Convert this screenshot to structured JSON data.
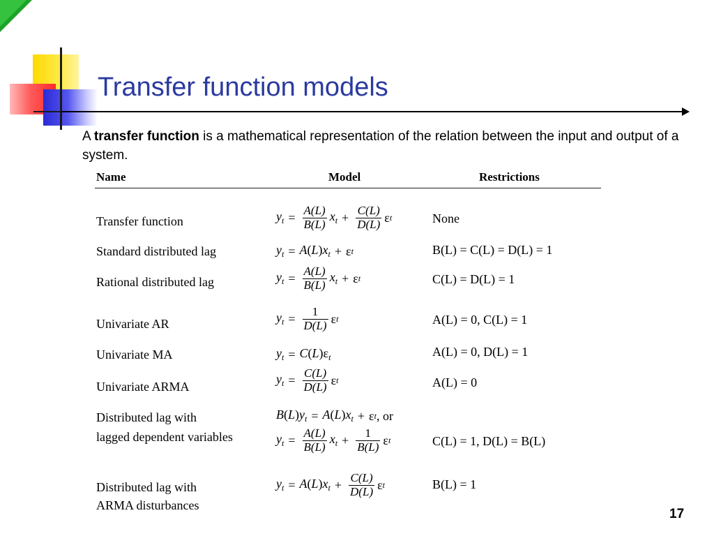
{
  "slide": {
    "title": "Transfer function models",
    "intro": {
      "prefix": "A ",
      "bold": "transfer function",
      "rest": " is a mathematical representation of the relation between the input and output of a system."
    },
    "page_number": "17"
  },
  "colors": {
    "title": "#2b3aa0",
    "corner": "#1fa32a",
    "yellow": "#ffd900",
    "red": "#ff4040",
    "blue": "#3333dd"
  },
  "table": {
    "headers": {
      "name": "Name",
      "model": "Model",
      "restrictions": "Restrictions"
    },
    "rows": [
      {
        "name": "Transfer function",
        "model": "y_t = A(L)/B(L) x_t + C(L)/D(L) ε_t",
        "restrictions": "None"
      },
      {
        "name": "Standard distributed lag",
        "model": "y_t = A(L)x_t + ε_t",
        "restrictions": "B(L) = C(L) = D(L) = 1"
      },
      {
        "name": "Rational distributed lag",
        "model": "y_t = A(L)/B(L) x_t + ε_t",
        "restrictions": "C(L) = D(L) = 1"
      },
      {
        "name": "Univariate AR",
        "model": "y_t = 1/D(L) ε_t",
        "restrictions": "A(L) = 0, C(L) = 1"
      },
      {
        "name": "Univariate MA",
        "model": "y_t = C(L)ε_t",
        "restrictions": "A(L) = 0, D(L) = 1"
      },
      {
        "name": "Univariate ARMA",
        "model": "y_t = C(L)/D(L) ε_t",
        "restrictions": "A(L) = 0"
      },
      {
        "name_line1": "Distributed lag with",
        "name_line2": "lagged dependent variables",
        "model_line1": "B(L)y_t = A(L)x_t + ε_t, or",
        "model": "y_t = A(L)/B(L) x_t + 1/B(L) ε_t",
        "restrictions": "C(L) = 1, D(L) = B(L)"
      },
      {
        "name_line1": "Distributed lag with",
        "name_line2": "ARMA disturbances",
        "model": "y_t = A(L)x_t + C(L)/D(L) ε_t",
        "restrictions": "B(L) = 1"
      }
    ]
  }
}
